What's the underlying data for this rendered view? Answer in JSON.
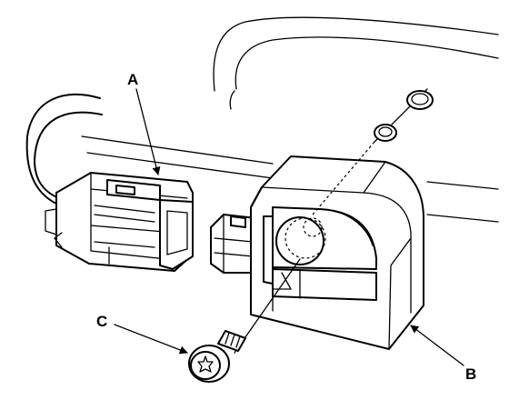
{
  "callouts": {
    "a": "A",
    "b": "B",
    "c": "C"
  },
  "parts": [
    {
      "icon": "connector-a-icon"
    },
    {
      "icon": "sensor-bracket-b-icon"
    },
    {
      "icon": "bolt-c-icon"
    }
  ]
}
